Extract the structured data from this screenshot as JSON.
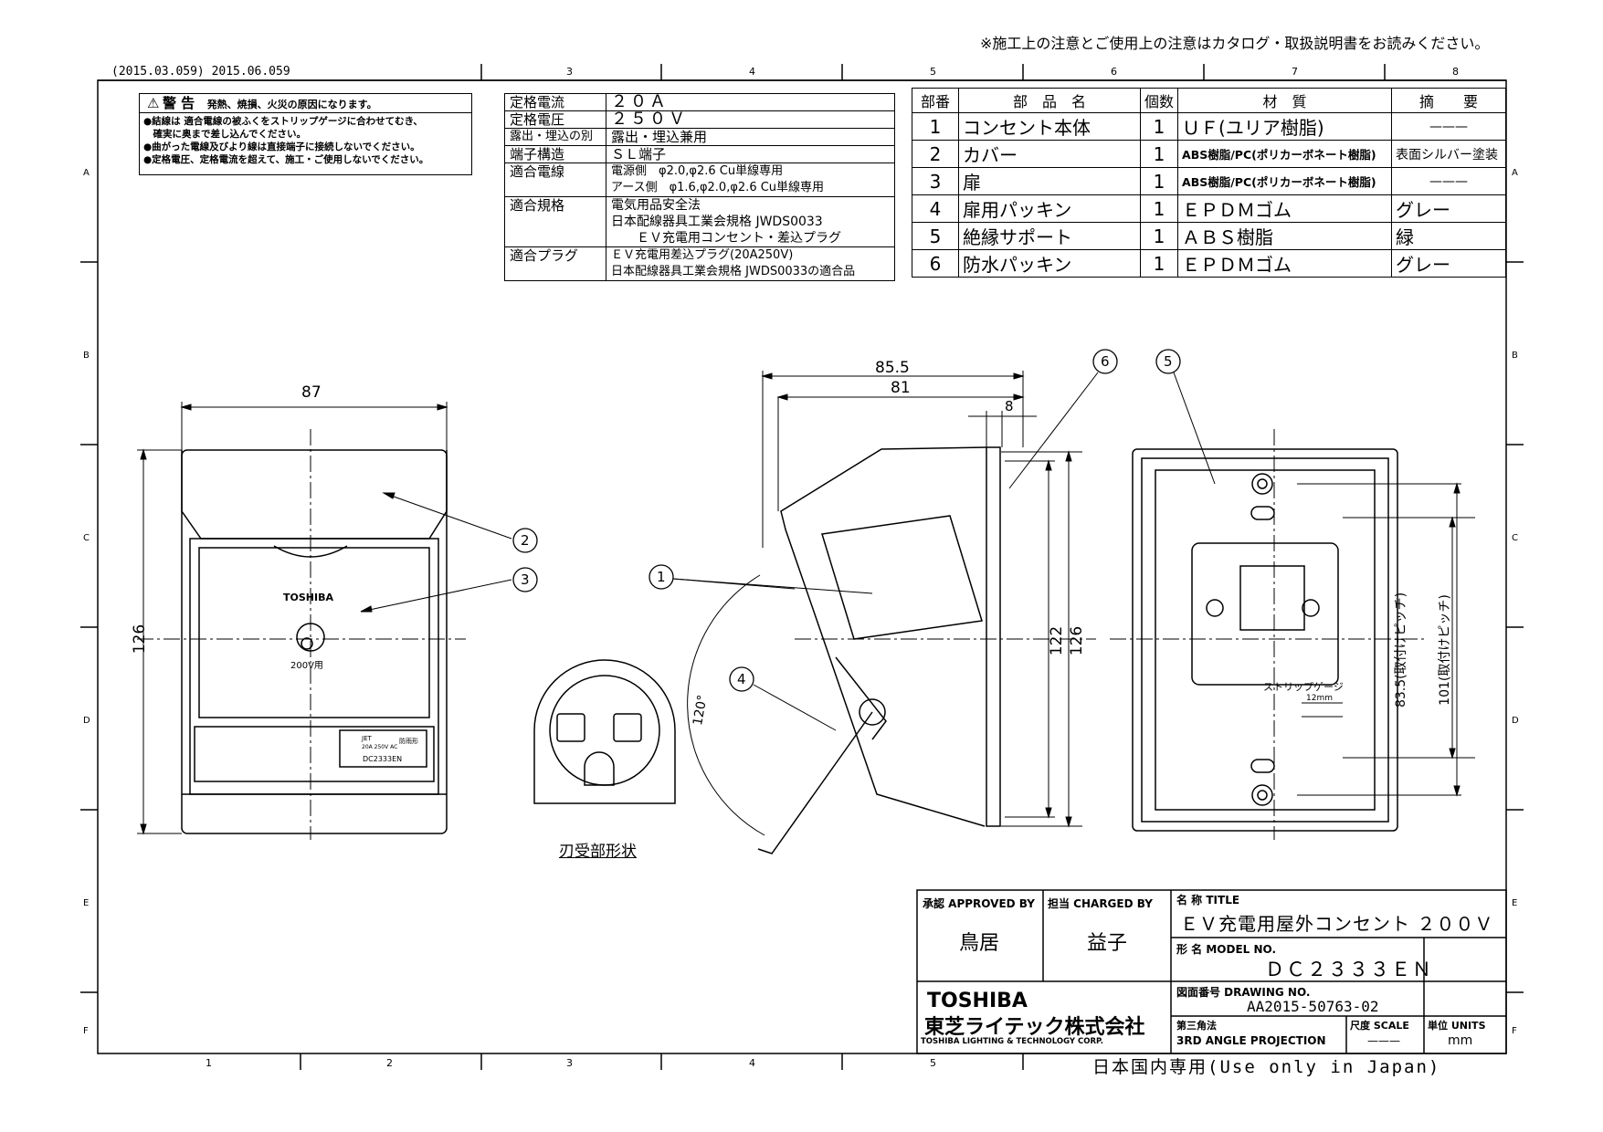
{
  "header": {
    "top_note": "※施工上の注意とご使用上の注意はカタログ・取扱説明書をお読みください。",
    "revision": "(2015.03.059) 2015.06.059",
    "footer_note": "日本国内専用(Use only in Japan)"
  },
  "frame": {
    "col_labels": [
      "1",
      "2",
      "3",
      "4",
      "5",
      "6",
      "7",
      "8"
    ],
    "row_labels": [
      "A",
      "B",
      "C",
      "D",
      "E",
      "F"
    ]
  },
  "warning": {
    "title": "警 告",
    "subtitle": "発熱、焼損、火災の原因になります。",
    "lines": [
      "●結線は 適合電線の被ふくをストリップゲージに合わせてむき、",
      "　確実に奥まで差し込んでください。",
      "●曲がった電線及びより線は直接端子に接続しないでください。",
      "●定格電圧、定格電流を超えて、施工・ご使用しないでください。"
    ]
  },
  "spec_table": [
    {
      "label": "定格電流",
      "value": "２０Ａ"
    },
    {
      "label": "定格電圧",
      "value": "２５０Ｖ"
    },
    {
      "label": "露出・埋込の別",
      "value": "露出・埋込兼用"
    },
    {
      "label": "端子構造",
      "value": "ＳＬ端子"
    },
    {
      "label": "適合電線",
      "value": "電源側　φ2.0,φ2.6 Cu単線専用\nアース側　φ1.6,φ2.0,φ2.6 Cu単線専用"
    },
    {
      "label": "適合規格",
      "value": "電気用品安全法\n日本配線器具工業会規格 JWDS0033\n　　ＥＶ充電用コンセント・差込プラグ"
    },
    {
      "label": "適合プラグ",
      "value": "ＥＶ充電用差込プラグ(20A250V)\n日本配線器具工業会規格 JWDS0033の適合品"
    }
  ],
  "parts_table": {
    "headers": [
      "部番",
      "部　品　名",
      "個数",
      "材　質",
      "摘　　要"
    ],
    "rows": [
      {
        "no": "1",
        "name": "コンセント本体",
        "qty": "1",
        "material": "ＵＦ(ユリア樹脂)",
        "note": "———"
      },
      {
        "no": "2",
        "name": "カバー",
        "qty": "1",
        "material": "ABS樹脂/PC(ポリカーボネート樹脂)",
        "note": "表面シルバー塗装"
      },
      {
        "no": "3",
        "name": "扉",
        "qty": "1",
        "material": "ABS樹脂/PC(ポリカーボネート樹脂)",
        "note": "———"
      },
      {
        "no": "4",
        "name": "扉用パッキン",
        "qty": "1",
        "material": "ＥＰＤＭゴム",
        "note": "グレー"
      },
      {
        "no": "5",
        "name": "絶縁サポート",
        "qty": "1",
        "material": "ＡＢＳ樹脂",
        "note": "緑"
      },
      {
        "no": "6",
        "name": "防水パッキン",
        "qty": "1",
        "material": "ＥＰＤＭゴム",
        "note": "グレー"
      }
    ]
  },
  "dimensions": {
    "front_width": "87",
    "front_height": "126",
    "side_depth_total": "85.5",
    "side_depth": "81",
    "side_lip": "8",
    "side_height_inner": "122",
    "side_height": "126",
    "door_angle": "120°",
    "pitch_1": "83.5(取付けピッチ)",
    "pitch_2": "101(取付けピッチ)",
    "strip_len": "12mm",
    "strip_label": "ストリップゲージ"
  },
  "product": {
    "brand": "TOSHIBA",
    "rating_label": "200V用",
    "model_sticker": "DC2333EN",
    "sticker_rating": "20A 250V AC",
    "sticker_rainproof": "防雨形",
    "sticker_mark": "JET",
    "blade_caption": "刃受部形状"
  },
  "callouts": [
    "1",
    "2",
    "3",
    "4",
    "5",
    "6"
  ],
  "title_block": {
    "approved_label": "承認 APPROVED BY",
    "approved_value": "鳥居",
    "charged_label": "担当 CHARGED BY",
    "charged_value": "益子",
    "title_label": "名 称 TITLE",
    "title_value": "ＥＶ充電用屋外コンセント ２００Ｖ",
    "model_label": "形 名 MODEL NO.",
    "model_value": "ＤＣ２３３３ＥＮ",
    "drawing_label": "図面番号 DRAWING NO.",
    "drawing_value": "AA2015-50763-02",
    "projection_label": "第三角法",
    "projection_value": "3RD ANGLE PROJECTION",
    "scale_label": "尺度 SCALE",
    "scale_value": "———",
    "units_label": "単位 UNITS",
    "units_value": "mm",
    "company_brand": "TOSHIBA",
    "company_jp": "東芝ライテック株式会社",
    "company_en": "TOSHIBA LIGHTING & TECHNOLOGY CORP."
  }
}
